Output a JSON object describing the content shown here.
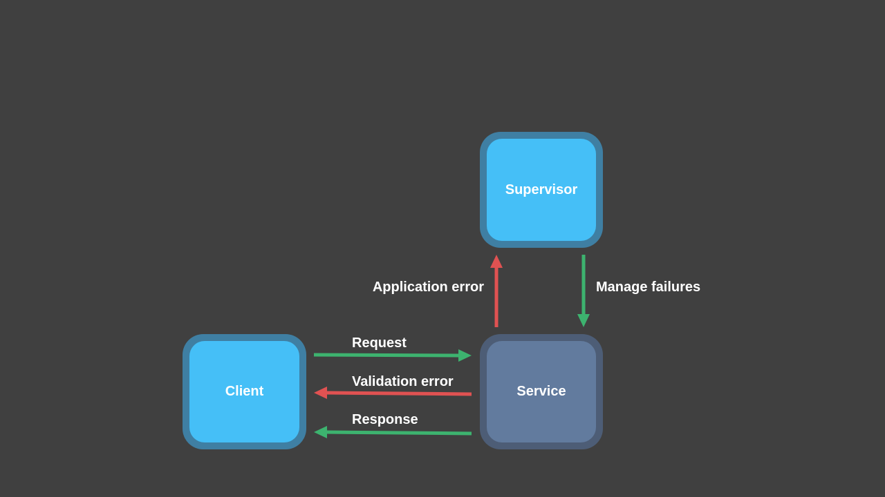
{
  "diagram": {
    "nodes": {
      "supervisor": {
        "label": "Supervisor"
      },
      "client": {
        "label": "Client"
      },
      "service": {
        "label": "Service"
      }
    },
    "edges": {
      "request": {
        "label": "Request"
      },
      "validation_error": {
        "label": "Validation error"
      },
      "response": {
        "label": "Response"
      },
      "application_error": {
        "label": "Application error"
      },
      "manage_failures": {
        "label": "Manage failures"
      }
    }
  },
  "colors": {
    "background": "#404040",
    "node_primary_fill": "#45bff7",
    "node_primary_border": "#3f7fa3",
    "node_service_fill": "#627b9e",
    "node_service_border": "#4d5d76",
    "success_arrow": "#3db36f",
    "error_arrow": "#e05252",
    "label_text": "#ffffff"
  }
}
